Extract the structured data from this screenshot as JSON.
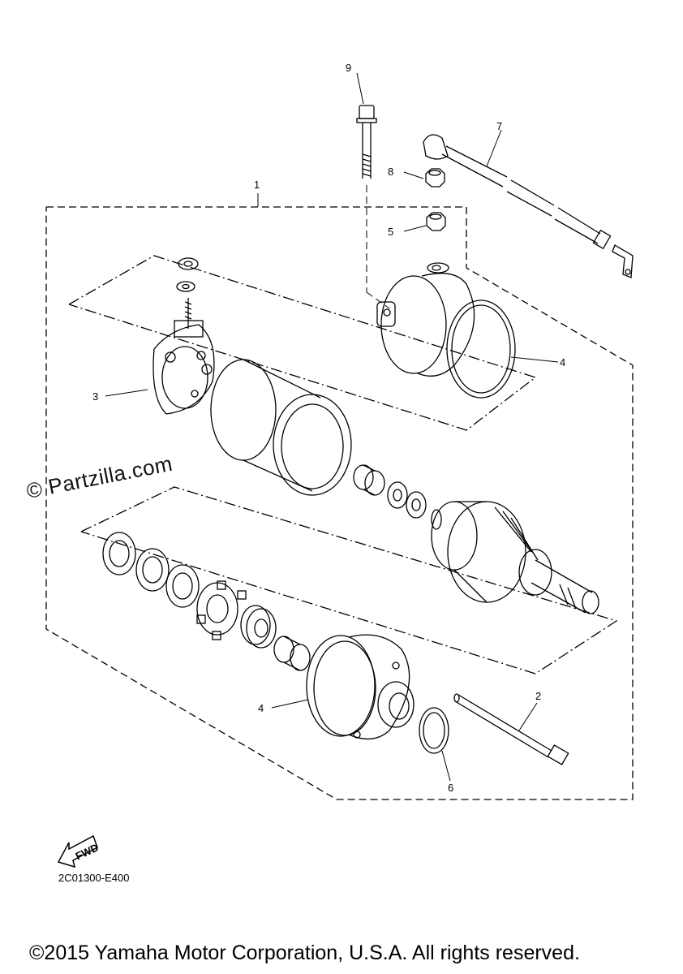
{
  "diagram": {
    "callouts": [
      "1",
      "2",
      "3",
      "4",
      "4",
      "5",
      "6",
      "7",
      "8",
      "9"
    ],
    "fwd_label": "FWD",
    "drawing_code": "2C01300-E400",
    "watermark": "© Partzilla.com",
    "copyright": "©2015 Yamaha Motor Corporation, U.S.A. All rights reserved."
  },
  "colors": {
    "line": "#000000",
    "background": "#ffffff"
  }
}
